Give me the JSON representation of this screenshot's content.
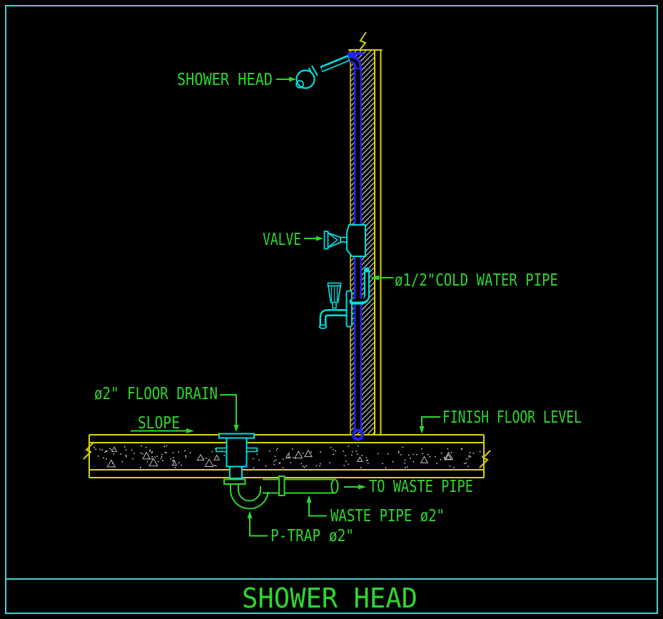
{
  "drawing": {
    "title": "SHOWER HEAD",
    "labels": {
      "shower_head": "SHOWER HEAD",
      "valve": "VALVE",
      "cold_water_pipe": "ø1/2\"COLD WATER PIPE",
      "floor_drain": "ø2\" FLOOR DRAIN",
      "slope": "SLOPE",
      "finish_floor_level": "FINISH FLOOR LEVEL",
      "to_waste_pipe": "TO WASTE PIPE",
      "waste_pipe": "WASTE PIPE ø2\"",
      "p_trap": "P-TRAP ø2\""
    },
    "colors": {
      "background": "#000000",
      "border_cyan": "#45d1d1",
      "annotation_green": "#2fd62f",
      "structure_yellow": "#d9d500",
      "fixture_cyan": "#00dede",
      "pipe_blue": "#2424e8",
      "hatch_gray": "#cfcfcf",
      "speckle_white": "#e6e6e6",
      "aggregate_gray": "#bdbdbd"
    }
  }
}
